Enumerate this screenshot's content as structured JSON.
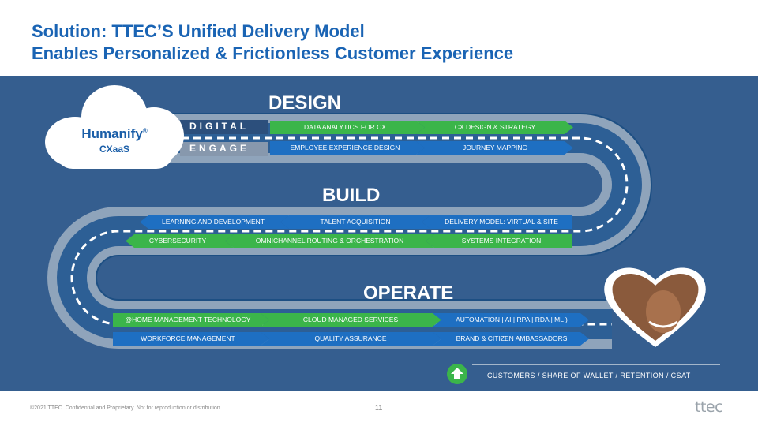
{
  "title": {
    "line1": "Solution: TTEC’S Unified Delivery Model",
    "line2": "Enables Personalized & Frictionless Customer Experience"
  },
  "cloud": {
    "brand": "Humanify",
    "reg": "®",
    "product": "CXaaS"
  },
  "labels": {
    "digital": "DIGITAL",
    "engage": "ENGAGE"
  },
  "sections": {
    "design": "DESIGN",
    "build": "BUILD",
    "operate": "OPERATE"
  },
  "design": {
    "row1": [
      "DATA ANALYTICS FOR CX",
      "CX DESIGN & STRATEGY"
    ],
    "row2": [
      "EMPLOYEE EXPERIENCE DESIGN",
      "JOURNEY MAPPING"
    ]
  },
  "build": {
    "row1": [
      "LEARNING AND DEVELOPMENT",
      "TALENT ACQUISITION",
      "DELIVERY MODEL: VIRTUAL & SITE"
    ],
    "row2": [
      "CYBERSECURITY",
      "OMNICHANNEL ROUTING & ORCHESTRATION",
      "SYSTEMS INTEGRATION"
    ]
  },
  "operate": {
    "row1": [
      "@HOME MANAGEMENT TECHNOLOGY",
      "CLOUD MANAGED SERVICES",
      "AUTOMATION  | AI  |  RPA  |  RDA  |  ML )"
    ],
    "row2": [
      "WORKFORCE MANAGEMENT",
      "QUALITY ASSURANCE",
      "BRAND & CITIZEN AMBASSADORS"
    ]
  },
  "outcomes": "CUSTOMERS   /   SHARE OF WALLET   /   RETENTION   /   CSAT",
  "footer": "©2021 TTEC. Confidential and Proprietary. Not for reproduction or distribution.",
  "page_number": "11",
  "logo": "ttec",
  "colors": {
    "green": "#3bb54a",
    "blue": "#1e6fc2",
    "panel": "#355e8f",
    "road": "#8fa4bb",
    "title": "#1a64b4"
  }
}
